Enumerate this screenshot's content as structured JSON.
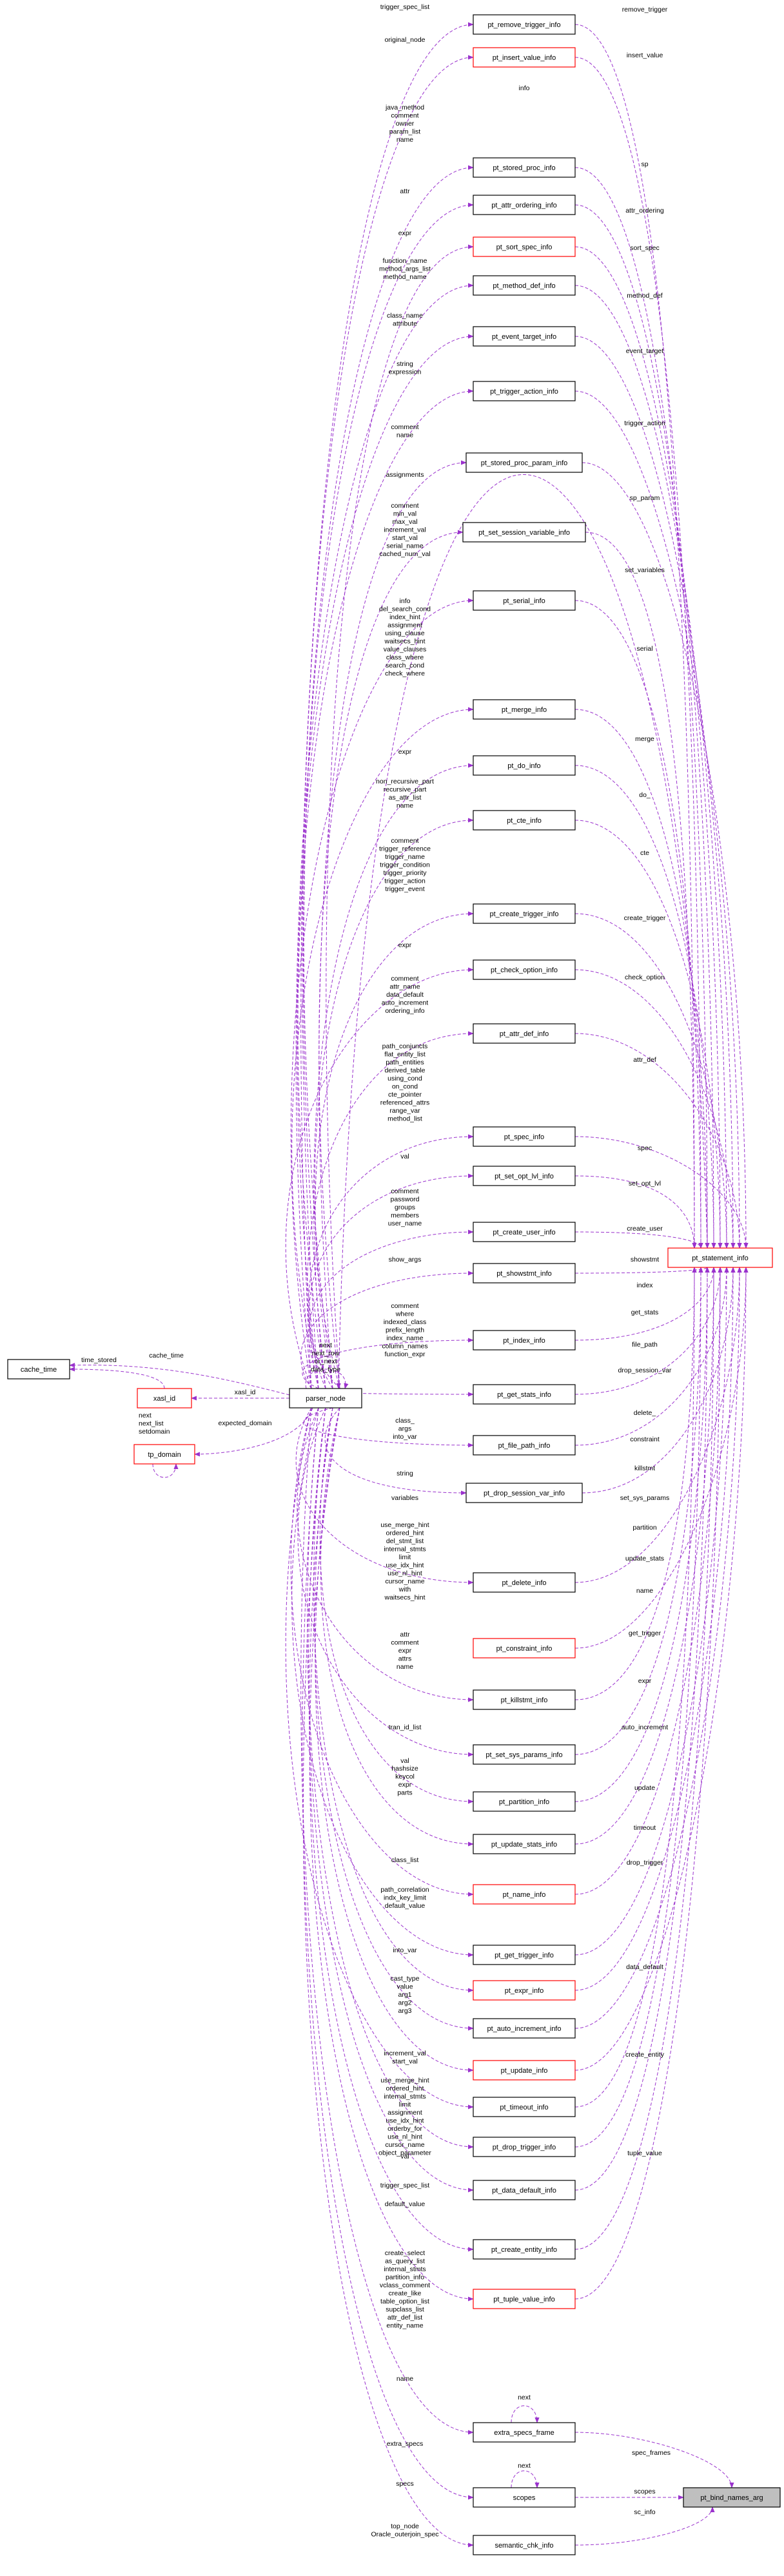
{
  "colors": {
    "edge": "#9a32cd",
    "outline": "#000000",
    "incomplete_outline": "#ff0000",
    "focus_fill": "#bfbfbf",
    "background": "#ffffff"
  },
  "nodes": {
    "pt_remove_trigger_info": "pt_remove_trigger_info",
    "pt_insert_value_info": "pt_insert_value_info",
    "pt_stored_proc_info": "pt_stored_proc_info",
    "pt_attr_ordering_info": "pt_attr_ordering_info",
    "pt_sort_spec_info": "pt_sort_spec_info",
    "pt_method_def_info": "pt_method_def_info",
    "pt_event_target_info": "pt_event_target_info",
    "pt_trigger_action_info": "pt_trigger_action_info",
    "pt_stored_proc_param_info": "pt_stored_proc_param_info",
    "pt_set_session_variable_info": "pt_set_session_variable_info",
    "pt_serial_info": "pt_serial_info",
    "pt_merge_info": "pt_merge_info",
    "pt_do_info": "pt_do_info",
    "pt_cte_info": "pt_cte_info",
    "pt_create_trigger_info": "pt_create_trigger_info",
    "pt_check_option_info": "pt_check_option_info",
    "pt_attr_def_info": "pt_attr_def_info",
    "pt_spec_info": "pt_spec_info",
    "pt_set_opt_lvl_info": "pt_set_opt_lvl_info",
    "pt_create_user_info": "pt_create_user_info",
    "pt_showstmt_info": "pt_showstmt_info",
    "pt_statement_info": "pt_statement_info",
    "cache_time": "cache_time",
    "xasl_id": "xasl_id",
    "parser_node": "parser_node",
    "pt_index_info": "pt_index_info",
    "pt_get_stats_info": "pt_get_stats_info",
    "tp_domain": "tp_domain",
    "pt_file_path_info": "pt_file_path_info",
    "pt_drop_session_var_info": "pt_drop_session_var_info",
    "pt_delete_info": "pt_delete_info",
    "pt_constraint_info": "pt_constraint_info",
    "pt_killstmt_info": "pt_killstmt_info",
    "pt_set_sys_params_info": "pt_set_sys_params_info",
    "pt_partition_info": "pt_partition_info",
    "pt_update_stats_info": "pt_update_stats_info",
    "pt_name_info": "pt_name_info",
    "pt_get_trigger_info": "pt_get_trigger_info",
    "pt_expr_info": "pt_expr_info",
    "pt_auto_increment_info": "pt_auto_increment_info",
    "pt_update_info": "pt_update_info",
    "pt_timeout_info": "pt_timeout_info",
    "pt_drop_trigger_info": "pt_drop_trigger_info",
    "pt_data_default_info": "pt_data_default_info",
    "pt_create_entity_info": "pt_create_entity_info",
    "pt_tuple_value_info": "pt_tuple_value_info",
    "extra_specs_frame": "extra_specs_frame",
    "scopes": "scopes",
    "pt_bind_names_arg": "pt_bind_names_arg",
    "semantic_chk_info": "semantic_chk_info"
  },
  "labels": {
    "trigger_spec_list": "trigger_spec_list",
    "remove_trigger": "remove_trigger",
    "original_node": "original_node",
    "insert_value": "insert_value",
    "info": "info",
    "sp_fields": "java_method\ncomment\nowner\nparam_list\nname",
    "sp": "sp",
    "attr": "attr",
    "attr_ordering": "attr_ordering",
    "expr_sort": "expr",
    "sort_spec": "sort_spec",
    "method_fields": "function_name\nmethod_args_list\nmethod_name",
    "method_def": "method_def",
    "event_fields": "class_name\nattribute",
    "event_target": "event_target",
    "trigger_action_fields": "string\nexpression",
    "trigger_action": "trigger_action",
    "sp_param_fields": "comment\nname",
    "sp_param": "sp_param",
    "assignments": "assignments",
    "set_variables": "set_variables",
    "serial_fields": "comment\nmin_val\nmax_val\nincrement_val\nstart_val\nserial_name\ncached_num_val",
    "serial": "serial",
    "merge_fields": "info\ndel_search_cond\nindex_hint\nassignment\nusing_clause\nwaitsecs_hint\nvalue_clauses\nclass_where\nsearch_cond\ncheck_where",
    "merge": "merge",
    "expr_do": "expr",
    "do_": "do_",
    "cte_fields": "non_recursive_part\nrecursive_part\nas_attr_list\nname",
    "cte": "cte",
    "create_trigger_fields": "comment\ntrigger_reference\ntrigger_name\ntrigger_condition\ntrigger_priority\ntrigger_action\ntrigger_event",
    "create_trigger": "create_trigger",
    "expr_check": "expr",
    "check_option": "check_option",
    "attr_def_fields": "comment\nattr_name\ndata_default\nauto_increment\nordering_info",
    "attr_def": "attr_def",
    "spec_fields": "path_conjuncts\nflat_entity_list\npath_entities\nderived_table\nusing_cond\non_cond\ncte_pointer\nreferenced_attrs\nrange_var\nmethod_list",
    "spec": "spec",
    "val_opt": "val",
    "set_opt_lvl": "set_opt_lvl",
    "create_user_fields": "comment\npassword\ngroups\nmembers\nuser_name",
    "create_user": "create_user",
    "show_args": "show_args",
    "showstmt": "showstmt",
    "parser_self": "next\nnext_row\nor_next\ndata_type",
    "cache_time": "cache_time",
    "time_stored": "time_stored",
    "xasl_id": "xasl_id",
    "tp_domain_self": "next\nnext_list\nsetdomain",
    "expected_domain": "expected_domain",
    "index_fields": "comment\nwhere\nindexed_class\nprefix_length\nindex_name\ncolumn_names\nfunction_expr",
    "index": "index",
    "get_stats_fields": "class_\nargs\ninto_var",
    "get_stats": "get_stats",
    "string_fp": "string",
    "file_path": "file_path",
    "variables": "variables",
    "drop_session_var": "drop_session_var",
    "delete_fields": "use_merge_hint\nordered_hint\ndel_stmt_list\ninternal_stmts\nlimit\nuse_idx_hint\nuse_nl_hint\ncursor_name\nwith\nwaitsecs_hint",
    "delete_": "delete_",
    "constraint": "constraint",
    "killstmt": "killstmt",
    "killstmt_fields": "attr\ncomment\nexpr\nattrs\nname",
    "set_sys_params": "set_sys_params",
    "tran_id_list": "tran_id_list",
    "partition": "partition",
    "val_ssp": "val",
    "update_stats": "update_stats",
    "partition_fields": "hashsize\nkeycol\nexpr\nparts",
    "name": "name",
    "class_list": "class_list",
    "get_trigger": "get_trigger",
    "name_fields": "path_correlation\nindx_key_limit\ndefault_value",
    "expr_label": "expr",
    "into_var": "into_var",
    "auto_increment": "auto_increment",
    "expr_fields": "cast_type\nvalue\narg1\narg2\narg3",
    "update": "update",
    "auto_inc_fields": "increment_val\nstart_val",
    "timeout": "timeout",
    "drop_trigger": "drop_trigger",
    "update_fields": "use_merge_hint\nordered_hint\ninternal_stmts\nlimit\nassignment\nuse_idx_hint\norderby_for\nuse_nl_hint\ncursor_name\nobject_parameter",
    "data_default": "data_default",
    "val_timeout": "val",
    "create_entity": "create_entity",
    "trigger_spec_list_drop": "trigger_spec_list",
    "default_value": "default_value",
    "tuple_value": "tuple_value",
    "create_entity_fields": "create_select\nas_query_list\ninternal_stmts\npartition_info\nvclass_comment\ncreate_like\ntable_option_list\nsupclass_list\nattr_def_list\nentity_name",
    "name_tuple": "name",
    "next_extra": "next",
    "extra_specs": "extra_specs",
    "spec_frames": "spec_frames",
    "next_scopes": "next",
    "specs": "specs",
    "scopes": "scopes",
    "sc_info": "sc_info",
    "semantic_fields": "top_node\nOracle_outerjoin_spec"
  }
}
